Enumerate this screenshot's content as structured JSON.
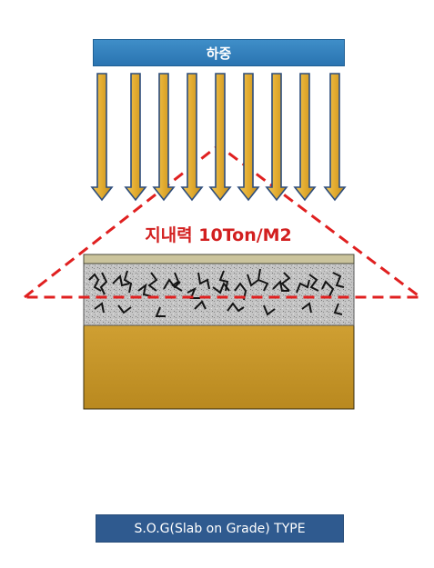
{
  "load": {
    "label": "하중"
  },
  "bearing": {
    "label": "지내력 10Ton/M2"
  },
  "type": {
    "label": "S.O.G(Slab on Grade) TYPE"
  },
  "colors": {
    "load_box": "#2f7fbf",
    "arrow_fill": "#e8b43a",
    "arrow_stroke": "#2d4d7c",
    "dashed_line": "#e02020",
    "slab_top": "#c9c29a",
    "gravel": "#bdbdbd",
    "soil": "#c89a2e",
    "type_box": "#2f5a8f"
  }
}
